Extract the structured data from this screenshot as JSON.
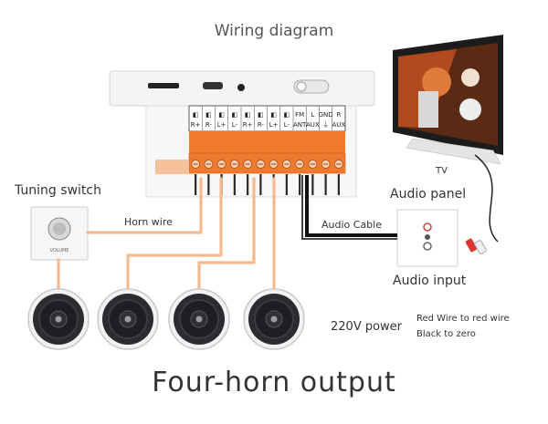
{
  "title": "Wiring diagram",
  "labels": {
    "tuning_switch": "Tuning switch",
    "horn_wire": "Horn wire",
    "tv": "TV",
    "audio_panel": "Audio panel",
    "audio_cable": "Audio Cable",
    "audio_input": "Audio input",
    "power": "220V power",
    "red_wire": "Red Wire to red wire",
    "black_wire": "Black to zero",
    "output": "Four-horn output"
  },
  "terminals": {
    "top": [
      "◧",
      "◧",
      "◧",
      "◧",
      "◧",
      "◧",
      "◧",
      "◧",
      "FM",
      "L",
      "GND",
      "R"
    ],
    "bottom": [
      "R+",
      "R-",
      "L+",
      "L-",
      "R+",
      "R-",
      "L+",
      "L-",
      "ANT",
      "AUX",
      "⏚",
      "AUX"
    ]
  },
  "knob_label": "VOLUME",
  "colors": {
    "wire": "#f5b98f",
    "terminal_orange": "#f07a2e",
    "cable": "#111111",
    "speaker_face": "#2a2c30"
  }
}
